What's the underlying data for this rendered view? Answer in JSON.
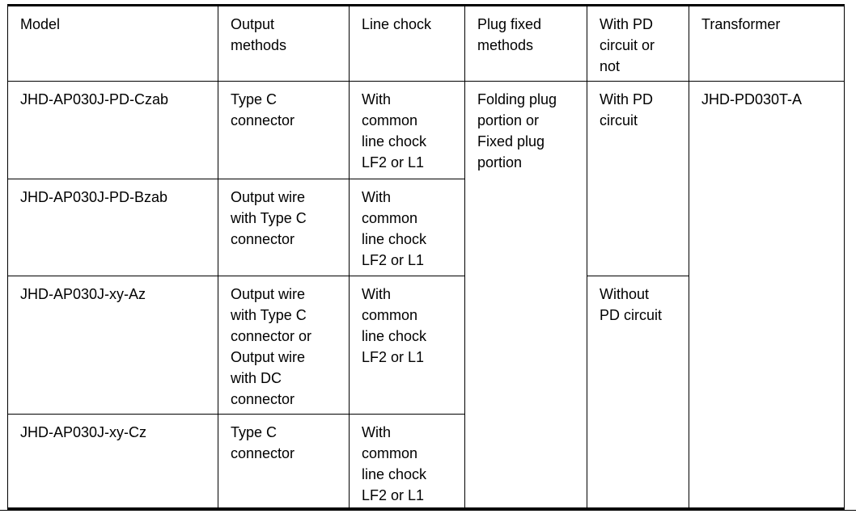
{
  "table": {
    "headers": [
      "Model",
      "Output methods",
      "Line chock",
      "Plug fixed methods",
      "With PD circuit or not",
      "Transformer"
    ],
    "rows": [
      {
        "model": "JHD-AP030J-PD-Czab",
        "output_methods": "Type C connector",
        "line_chock": "With common line chock LF2 or L1"
      },
      {
        "model": "JHD-AP030J-PD-Bzab",
        "output_methods": "Output wire with Type C connector",
        "line_chock": "With common line chock LF2 or L1"
      },
      {
        "model": "JHD-AP030J-xy-Az",
        "output_methods": "Output wire with Type C connector or Output wire with DC connector",
        "line_chock": "With common line chock LF2 or L1"
      },
      {
        "model": "JHD-AP030J-xy-Cz",
        "output_methods": "Type C connector",
        "line_chock": "With common line chock LF2 or L1"
      }
    ],
    "plug_fixed_methods": "Folding plug portion or Fixed plug portion",
    "pd_circuit": {
      "with_pd": "With PD circuit",
      "without_pd": "Without PD circuit"
    },
    "transformer": "JHD-PD030T-A"
  },
  "colors": {
    "border": "#000000",
    "text": "#000000",
    "background": "#ffffff"
  }
}
